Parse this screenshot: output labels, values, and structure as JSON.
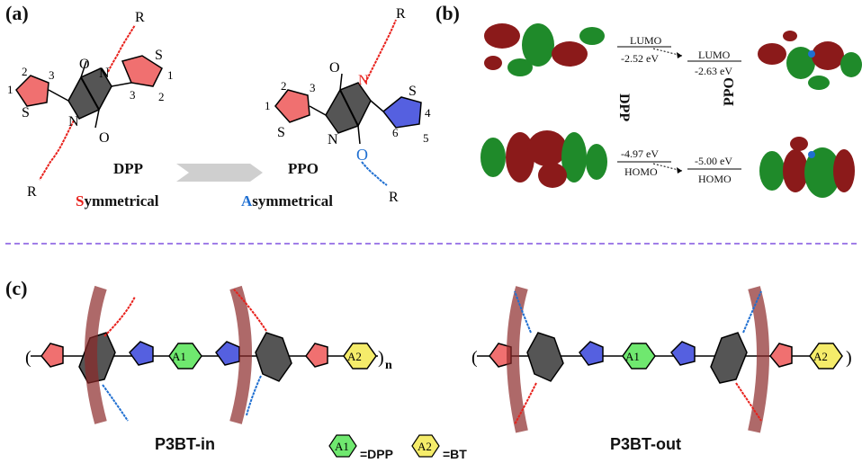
{
  "panels": {
    "a_label": "(a)",
    "b_label": "(b)",
    "c_label": "(c)"
  },
  "panel_a": {
    "dpp_label": "DPP",
    "ppo_label": "PPO",
    "sym_initial": "S",
    "sym_rest": "ymmetrical",
    "asym_initial": "A",
    "asym_rest": "symmetrical",
    "r_group": "R",
    "atom_O": "O",
    "atom_N": "N",
    "atom_S": "S",
    "nums_left": [
      "1",
      "2",
      "3"
    ],
    "nums_right": [
      "1",
      "2",
      "3"
    ],
    "nums_ppo_left": [
      "1",
      "2",
      "3"
    ],
    "nums_ppo_right": [
      "4",
      "5",
      "6"
    ]
  },
  "panel_b": {
    "lumo": "LUMO",
    "homo": "HOMO",
    "dpp_lumo": "-2.52 eV",
    "ppo_lumo": "-2.63 eV",
    "dpp_homo": "-4.97 eV",
    "ppo_homo": "-5.00 eV",
    "dpp_label": "DPP",
    "ppo_label": "PPO"
  },
  "panel_c": {
    "polymer_in": "P3BT-in",
    "polymer_out": "P3BT-out",
    "a1": "A1",
    "a2": "A2",
    "n": "n",
    "legend_a1": "=DPP",
    "legend_a2": "=BT"
  },
  "colors": {
    "red": "#e8211c",
    "blue": "#1f6fd1",
    "thiophene_red": "#f07070",
    "thiophene_blue": "#5560e0",
    "hex_green": "#6fe86f",
    "hex_yellow": "#f5ec6a",
    "divider": "#a07ee8",
    "orbital_red": "#8b1a1a",
    "orbital_green": "#1f8a2a"
  }
}
